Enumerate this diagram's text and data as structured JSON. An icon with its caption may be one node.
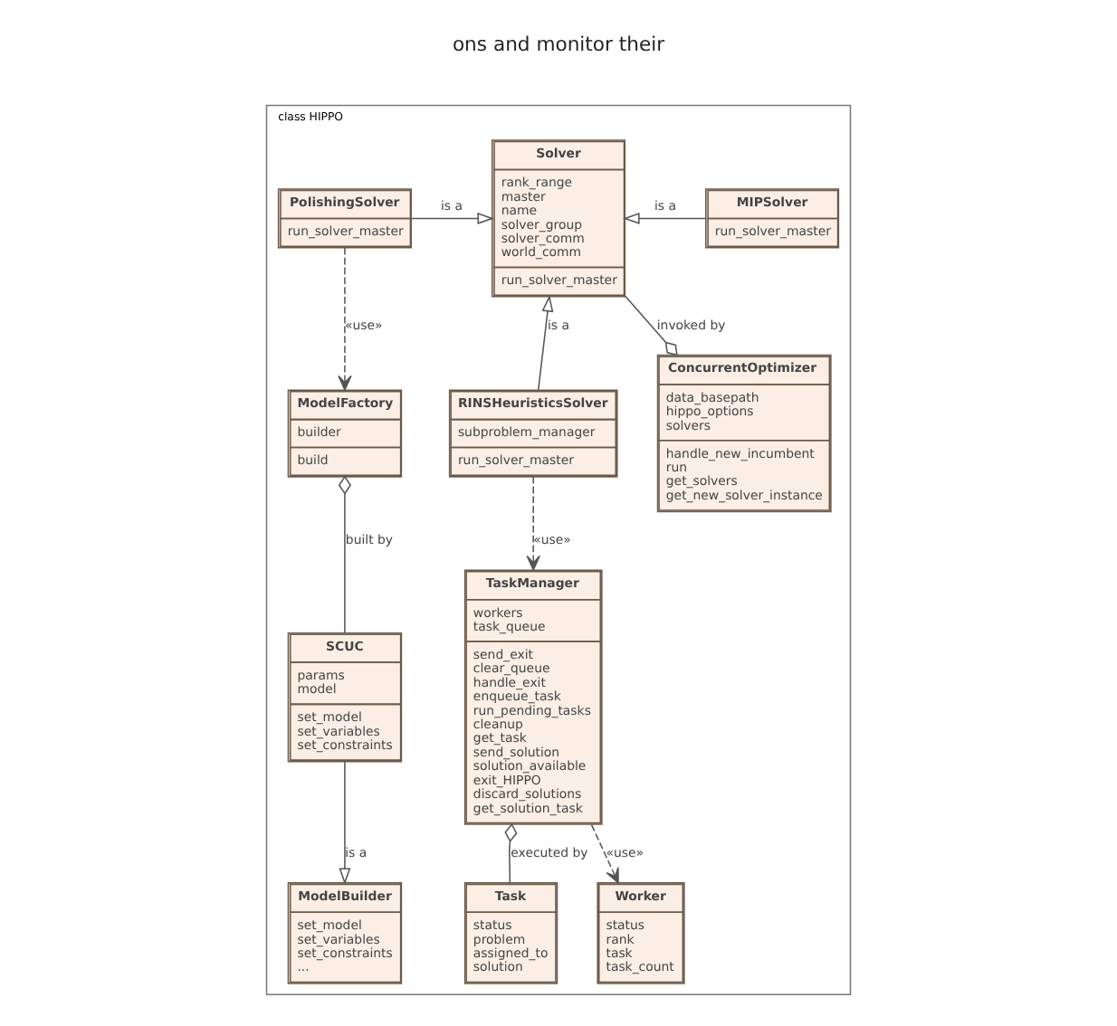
{
  "diagram": {
    "nodes": [
      {
        "text": [
          "class HIPPO"
        ]
      },
      {
        "text": [
          "Solver",
          "rank_range master name solver_group solver_comm world_comm",
          "run_solver_master"
        ],
        "in": 0
      },
      {
        "text": [
          "PolishingSolver",
          "run_solver_master"
        ],
        "in": 0
      },
      {
        "text": [
          "MIPSolver",
          "run_solver_master"
        ],
        "in": 0
      },
      {
        "text": [
          "ModelFactory",
          "builder",
          "build"
        ],
        "in": 0
      },
      {
        "text": [
          "RINSHeuristicsSolver",
          "subproblem_manager",
          "run_solver_master"
        ],
        "in": 0
      },
      {
        "text": [
          "ConcurrentOptimizer",
          "data_basepath hippo_options solvers",
          "handle_new_incumbent run get_solvers get_new_solver_instance"
        ],
        "in": 0
      },
      {
        "text": [
          "SCUC",
          "params model",
          "set_model set_variables set_constraints"
        ],
        "in": 0
      },
      {
        "text": [
          "TaskManager",
          "workers task_queue",
          "send_exit clear_queue handle_exit enqueue_task run_pending_tasks cleanup get_task send_solution solution_available exit_HIPPO discard_solutions get_solution_task"
        ],
        "in": 0
      },
      {
        "text": [
          "ModelBuilder",
          "set_model set_variables set_constraints ..."
        ],
        "in": 0
      },
      {
        "text": [
          "Task",
          "status problem assigned_to solution"
        ],
        "in": 0
      },
      {
        "text": [
          "Worker",
          "status rank task task_count"
        ],
        "in": 0
      }
    ],
    "edges": [
      {
        "from": 2,
        "to": 1,
        "arrow": "to",
        "label": "is a"
      },
      {
        "from": 3,
        "to": 1,
        "arrow": "to",
        "label": "is a"
      },
      {
        "from": 5,
        "to": 1,
        "arrow": "to",
        "label": "is a"
      },
      {
        "from": 2,
        "to": 4,
        "arrow": "to",
        "label": "«use»",
        "style": "dashed"
      },
      {
        "from": 7,
        "to": 4,
        "arrow": "other",
        "label": "built by"
      },
      {
        "from": 1,
        "to": 6,
        "arrow": "other",
        "label": "invoked by"
      },
      {
        "from": 7,
        "to": 9,
        "arrow": "to",
        "label": "is a"
      },
      {
        "from": 5,
        "to": 8,
        "arrow": "to",
        "label": "«use»",
        "style": "dashed"
      },
      {
        "from": 10,
        "to": 8,
        "arrow": "other",
        "label": "executed by"
      },
      {
        "from": 8,
        "to": 11,
        "arrow": "to",
        "label": "«use»",
        "style": "dashed"
      }
    ],
    "labels": [
      "ons and monitor their"
    ]
  }
}
